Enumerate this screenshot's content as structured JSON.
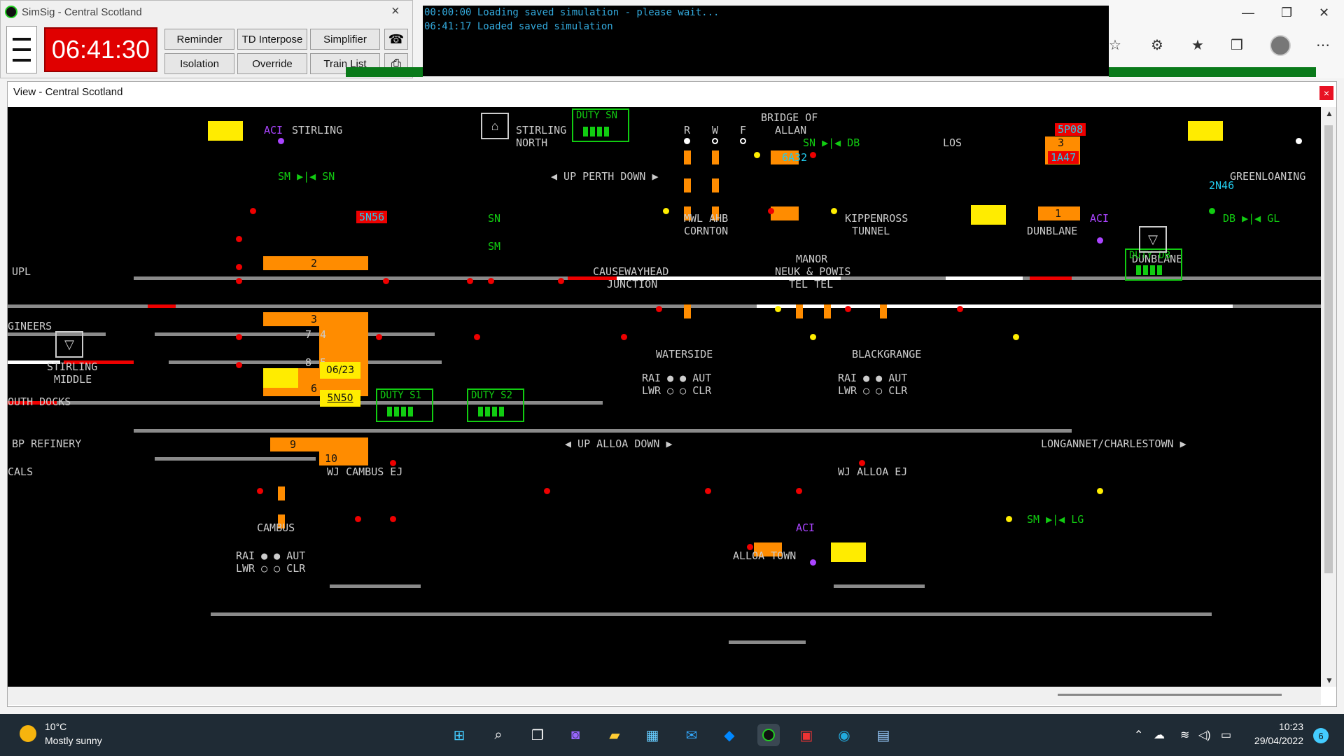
{
  "simsig": {
    "title": "SimSig - Central Scotland",
    "clock": "06:41:30",
    "buttons": [
      "Reminder",
      "TD Interpose",
      "Simplifier",
      "Isolation",
      "Override",
      "Train List"
    ],
    "phone_icon": "phone-icon",
    "print_icon": "printer-icon"
  },
  "console": {
    "lines": [
      "00:00:00 Loading saved simulation - please wait...",
      "06:41:17 Loaded saved simulation"
    ]
  },
  "view": {
    "title": "View - Central Scotland",
    "close": "×"
  },
  "diagram": {
    "labels": {
      "stirling": "STIRLING",
      "aci1": "ACI",
      "stirling_north_1": "STIRLING",
      "stirling_north_2": "NORTH",
      "duty_sn": "DUTY SN",
      "r": "R",
      "w": "W",
      "f": "F",
      "bridge1": "BRIDGE OF",
      "bridge2": "ALLAN",
      "sn_db": "SN ▶|◀ DB",
      "los": "LOS",
      "sp08": "5P08",
      "a47": "1A47",
      "a32": "6A32",
      "greenloaning": "GREENLOANING",
      "n46": "2N46",
      "sm_sn": "SM ▶|◀ SN",
      "up_perth": "◀ UP PERTH DOWN ▶",
      "n56": "5N56",
      "sn": "SN",
      "sm": "SM",
      "mwl": "MWL AHB",
      "cornton": "CORNTON",
      "kipp1": "KIPPENROSS",
      "kipp2": "TUNNEL",
      "dunblane": "DUNBLANE",
      "aci2": "ACI",
      "db_gl": "DB ▶|◀ GL",
      "dunblane2": "DUNBLANE",
      "duty_db": "DUTY DB",
      "upl": "UPL",
      "causeway1": "CAUSEWAYHEAD",
      "causeway2": "JUNCTION",
      "manor1": "MANOR",
      "manor2": "NEUK & POWIS",
      "manor3": "TEL TEL",
      "gineers": "GINEERS",
      "stirling_middle1": "STIRLING",
      "stirling_middle2": "MIDDLE",
      "waterside": "WATERSIDE",
      "blackgrange": "BLACKGRANGE",
      "rai_w": "RAI ●  ● AUT",
      "lwr_w": "LWR ○  ○ CLR",
      "rai_b": "RAI ●  ● AUT",
      "lwr_b": "LWR ○  ○ CLR",
      "south_docks": "OUTH DOCKS",
      "bp_refinery": "BP REFINERY",
      "cals": "CALS",
      "duty_s1": "DUTY S1",
      "duty_s2": "DUTY S2",
      "berth_0623": "06/23",
      "berth_5n50": "5N50",
      "up_alloa": "◀ UP ALLOA DOWN ▶",
      "longannet": "LONGANNET/CHARLESTOWN ▶",
      "wj_cambus": "WJ CAMBUS EJ",
      "wj_alloa": "WJ ALLOA EJ",
      "cambus": "CAMBUS",
      "rai_c": "RAI ●  ● AUT",
      "lwr_c": "LWR ○  ○ CLR",
      "alloa_town": "ALLOA TOWN",
      "aci3": "ACI",
      "sm_lg": "SM ▶|◀ LG",
      "plat2": "2",
      "plat3": "3",
      "plat4": "4",
      "plat5": "5",
      "plat6": "6",
      "plat7": "7",
      "plat8": "8",
      "plat9": "9",
      "plat10": "10",
      "d1": "3",
      "d2": "2",
      "d3": "1"
    }
  },
  "taskbar": {
    "weather_temp": "10°C",
    "weather_desc": "Mostly sunny",
    "time": "10:23",
    "date": "29/04/2022",
    "notif": "6"
  }
}
